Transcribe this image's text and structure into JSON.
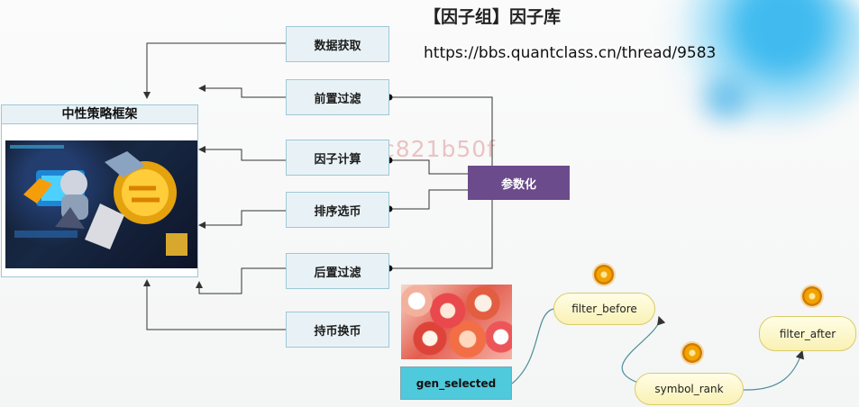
{
  "header": {
    "title": "【因子组】因子库",
    "url": "https://bbs.quantclass.cn/thread/9583",
    "watermark": "c821b50f"
  },
  "framework": {
    "title": "中性策略框架"
  },
  "steps": {
    "data_fetch": "数据获取",
    "pre_filter": "前置过滤",
    "factor_calc": "因子计算",
    "sort_select": "排序选币",
    "post_filter": "后置过滤",
    "hold_swap": "持币换币"
  },
  "param_box": {
    "label": "参数化"
  },
  "functions": {
    "gen_selected": "gen_selected",
    "filter_before": "filter_before",
    "symbol_rank": "symbol_rank",
    "filter_after": "filter_after"
  },
  "colors": {
    "accent_purple": "#6b4b8c",
    "step_fill": "#e8f2f6",
    "step_border": "#9fc7d6",
    "gen_selected_fill": "#4fc9dc",
    "function_fill": "#f9f1b4",
    "gear_icon": "#f2a300",
    "splash_blue": "#3ab8ea"
  },
  "icons": [
    "strategy-illustration",
    "candy-illustration",
    "gear-icon"
  ]
}
